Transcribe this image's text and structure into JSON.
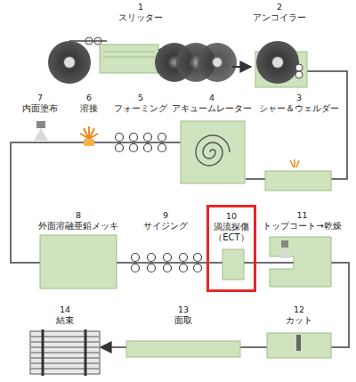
{
  "diagram": {
    "nodes": [
      {
        "text": [
          "1",
          "スリッター"
        ]
      },
      {
        "text": [
          "2",
          "アンコイラー"
        ]
      },
      {
        "text": [
          "3",
          "シャー＆ウェルダー"
        ]
      },
      {
        "text": [
          "4",
          "アキュームレーター"
        ]
      },
      {
        "text": [
          "5",
          "フォーミング"
        ]
      },
      {
        "text": [
          "6",
          "溶接"
        ]
      },
      {
        "text": [
          "7",
          "内面塗布"
        ]
      },
      {
        "text": [
          "8",
          "外面溶融亜鉛メッキ"
        ]
      },
      {
        "text": [
          "9",
          "サイジング"
        ]
      },
      {
        "text": [
          "10",
          "渦流探傷 （ECT）"
        ]
      },
      {
        "text": [
          "11",
          "トップコート→乾燥"
        ]
      },
      {
        "text": [
          "12",
          "カット"
        ]
      },
      {
        "text": [
          "13",
          "面取"
        ]
      },
      {
        "text": [
          "14",
          "結束"
        ]
      }
    ],
    "edges": [
      {
        "from": 0,
        "to": 1,
        "arrow": "to"
      },
      {
        "from": 1,
        "to": 2,
        "arrow": "none"
      },
      {
        "from": 2,
        "to": 3,
        "arrow": "none"
      },
      {
        "from": 3,
        "to": 4,
        "arrow": "none"
      },
      {
        "from": 4,
        "to": 5,
        "arrow": "none"
      },
      {
        "from": 5,
        "to": 6,
        "arrow": "none"
      },
      {
        "from": 6,
        "to": 7,
        "arrow": "none"
      },
      {
        "from": 7,
        "to": 8,
        "arrow": "none"
      },
      {
        "from": 8,
        "to": 9,
        "arrow": "none"
      },
      {
        "from": 9,
        "to": 10,
        "arrow": "none"
      },
      {
        "from": 10,
        "to": 11,
        "arrow": "none"
      },
      {
        "from": 11,
        "to": 12,
        "arrow": "none"
      },
      {
        "from": 12,
        "to": 13,
        "arrow": "to"
      }
    ]
  }
}
